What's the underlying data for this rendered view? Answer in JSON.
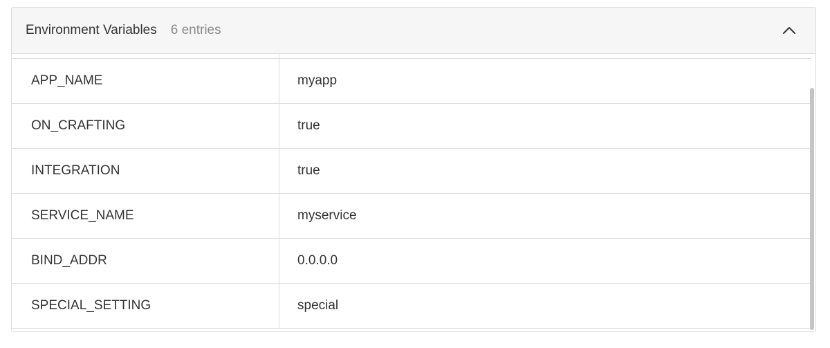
{
  "panel": {
    "title": "Environment Variables",
    "count": "6 entries",
    "collapse_icon": "chevron-up-icon"
  },
  "table": {
    "rows": [
      {
        "key": "",
        "value": ""
      },
      {
        "key": "APP_NAME",
        "value": "myapp"
      },
      {
        "key": "ON_CRAFTING",
        "value": "true"
      },
      {
        "key": "INTEGRATION",
        "value": "true"
      },
      {
        "key": "SERVICE_NAME",
        "value": "myservice"
      },
      {
        "key": "BIND_ADDR",
        "value": "0.0.0.0"
      },
      {
        "key": "SPECIAL_SETTING",
        "value": "special"
      }
    ]
  }
}
